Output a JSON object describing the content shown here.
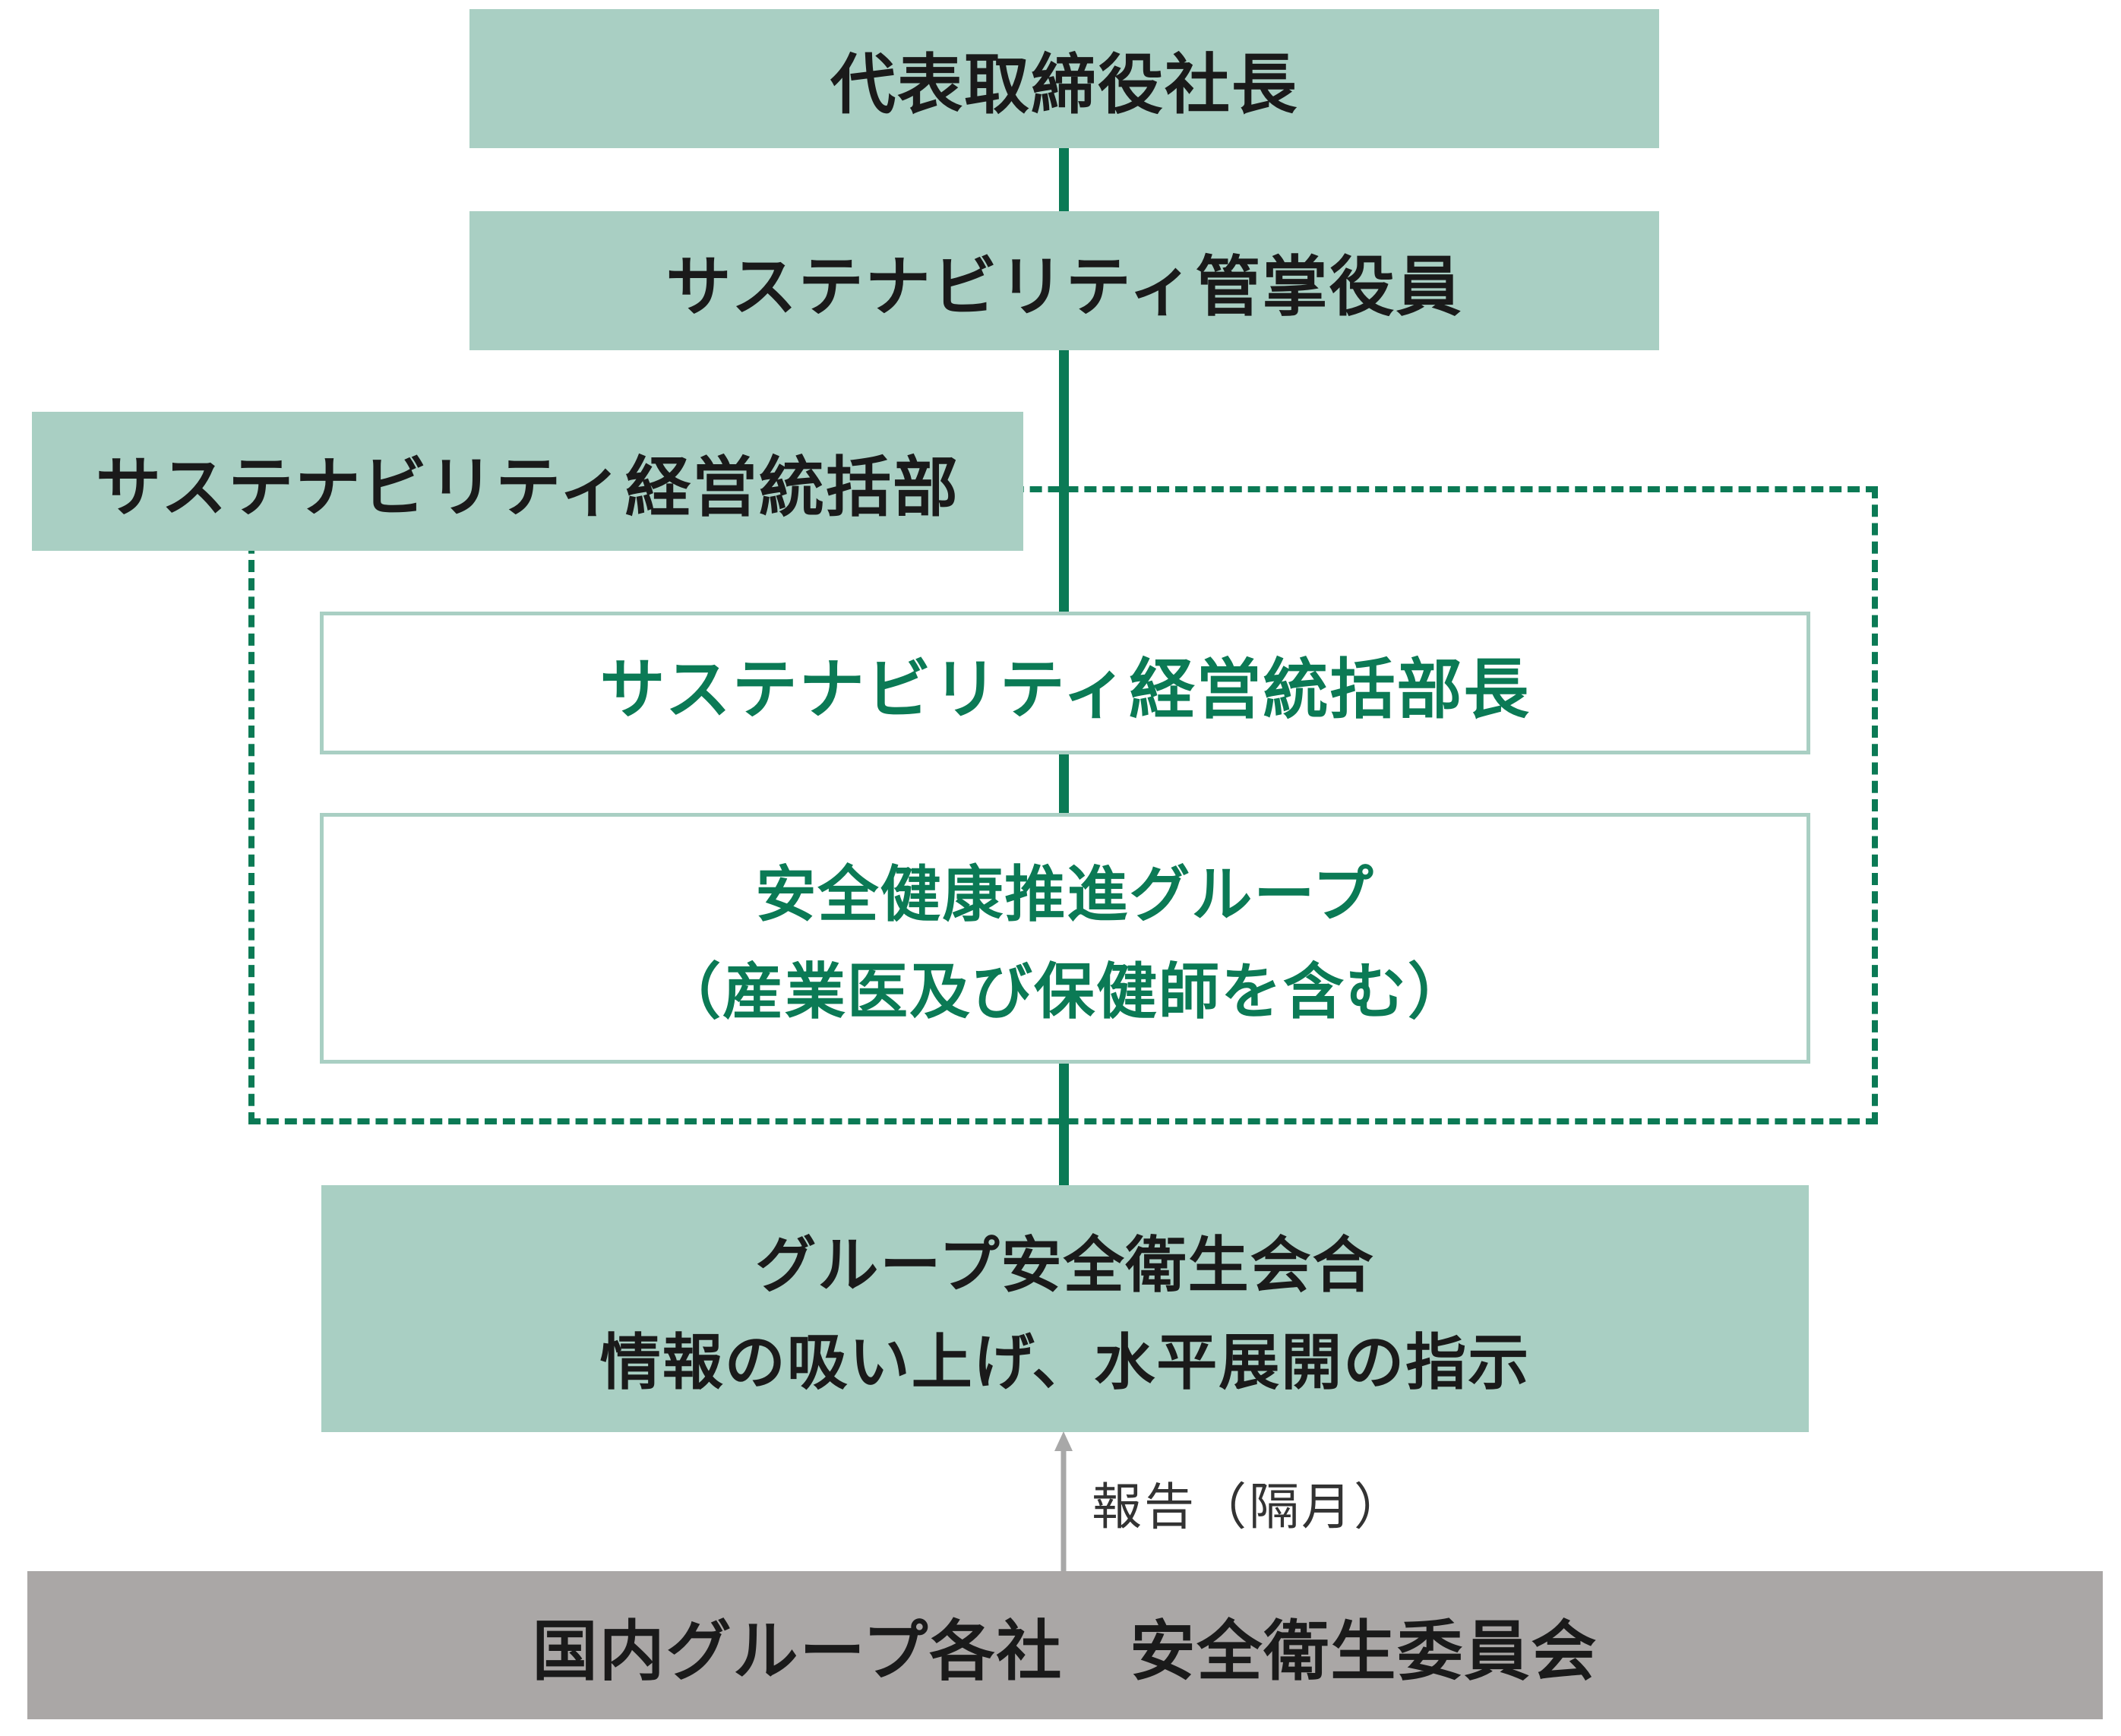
{
  "diagram": {
    "nodes": {
      "ceo": {
        "label": "代表取締役社長"
      },
      "sustainability_officer": {
        "label": "サステナビリティ管掌役員"
      },
      "sustainability_dept": {
        "label": "サステナビリティ経営統括部"
      },
      "sustainability_dept_head": {
        "label": "サステナビリティ経営統括部長"
      },
      "safety_health_group": {
        "label": "安全健康推進グループ",
        "sublabel": "（産業医及び保健師を含む）"
      },
      "group_safety_meeting": {
        "label": "グループ安全衛生会合",
        "sublabel": "情報の吸い上げ、水平展開の指示"
      },
      "domestic_committees": {
        "label": "国内グループ各社　安全衛生委員会"
      }
    },
    "edges": {
      "report": {
        "label": "報告（隔月）"
      }
    },
    "colors": {
      "box_fill": "#a9cfc3",
      "accent_green": "#0b7a55",
      "bottom_box_fill": "#aaa7a6",
      "arrow_gray": "#a8a8a8",
      "text_dark": "#1a1a1a"
    }
  }
}
